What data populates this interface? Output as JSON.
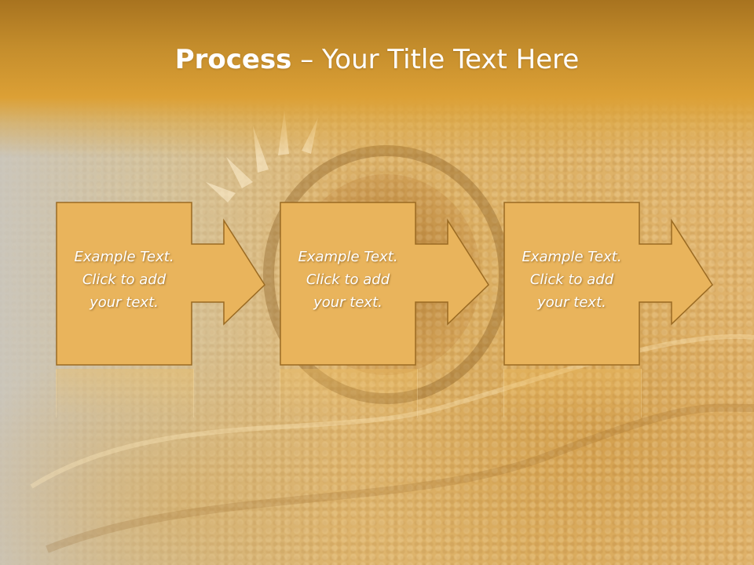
{
  "slide": {
    "title_bold": "Process",
    "title_rest": " – Your Title Text Here"
  },
  "steps": [
    {
      "text": "Example Text.\nClick  to add\nyour text."
    },
    {
      "text": "Example Text.\nClick  to add\nyour text."
    },
    {
      "text": "Example Text.\nClick  to add\nyour text."
    }
  ],
  "colors": {
    "box_fill": "#e9b45c",
    "box_border": "#9a6a22",
    "header": "#dca035"
  }
}
